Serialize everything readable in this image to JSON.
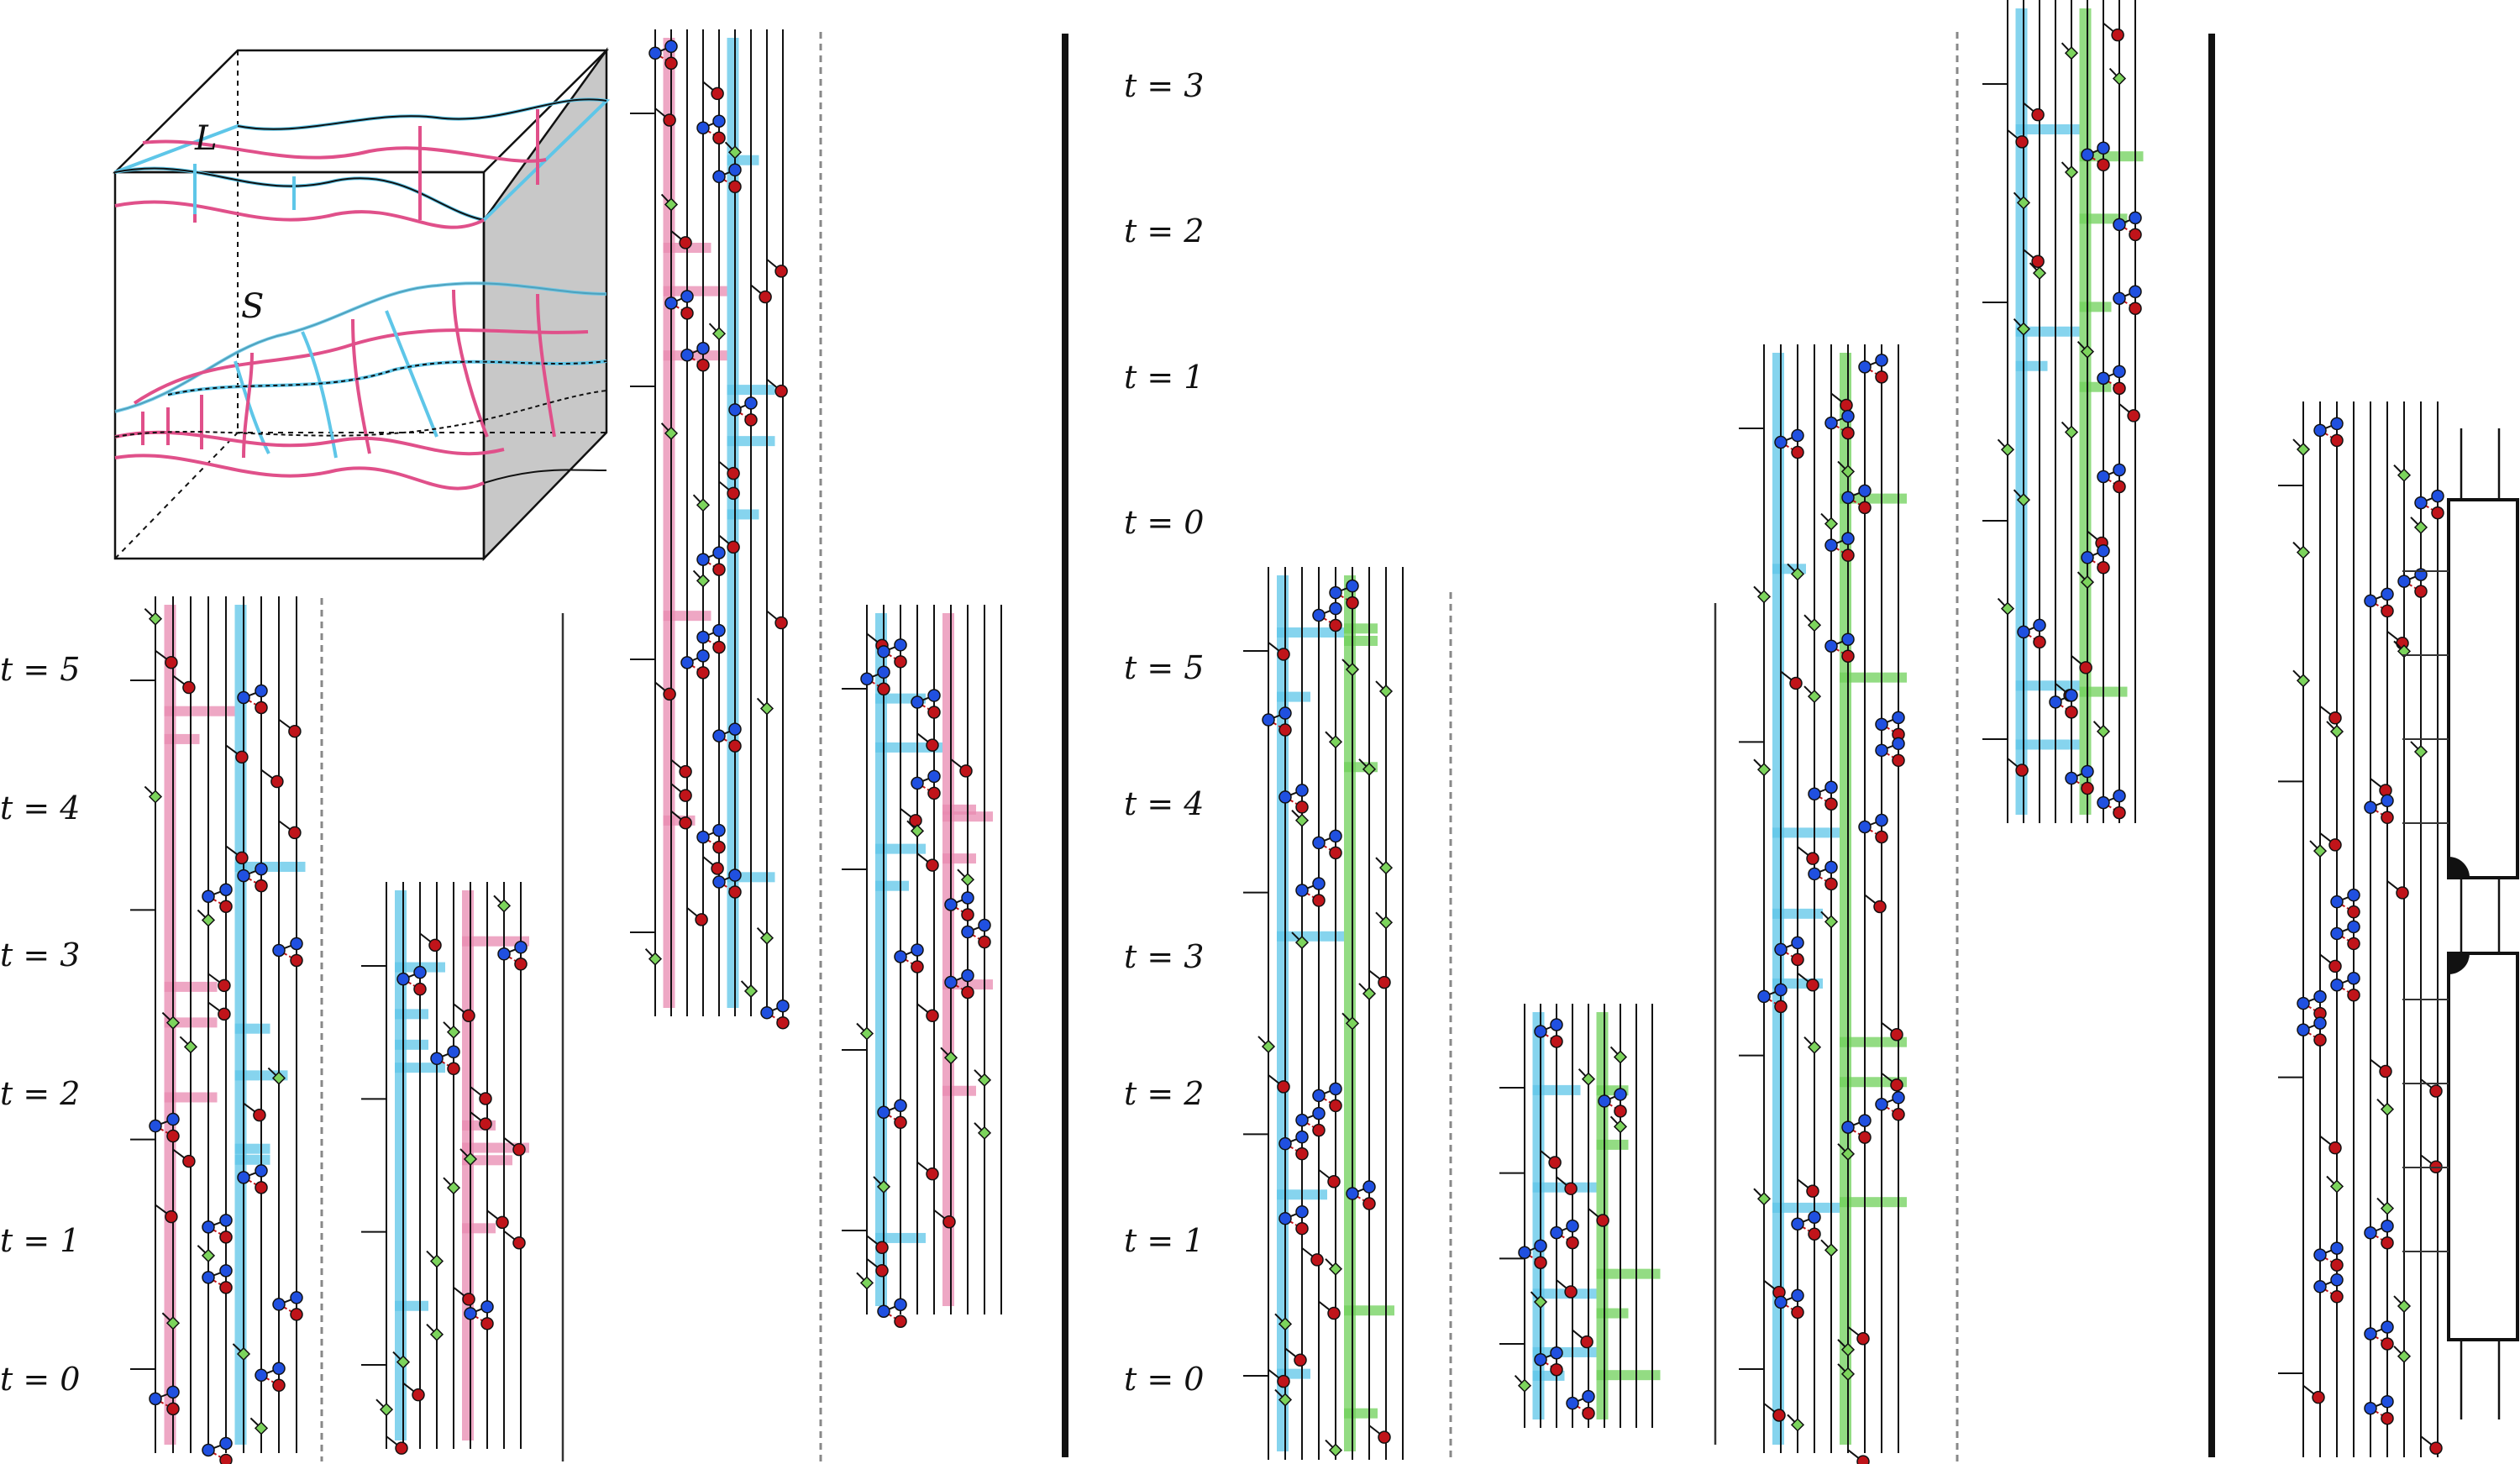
{
  "cube": {
    "label_upper": "L",
    "label_lower": "S"
  },
  "left_panel": {
    "time_labels": [
      "t = 5",
      "t = 4",
      "t = 3",
      "t = 2",
      "t = 1",
      "t = 0"
    ]
  },
  "right_panel": {
    "time_labels": [
      "t = 3",
      "t = 2",
      "t = 1",
      "t = 0",
      "t = 5",
      "t = 4",
      "t = 3",
      "t = 2",
      "t = 1",
      "t = 0"
    ]
  },
  "colors": {
    "pink": "#e0508a",
    "pink_fill": "#e889b0",
    "cyan": "#5ec6e8",
    "green": "#6fd05a",
    "red_node": "#c0141a",
    "blue_node": "#2050e0",
    "green_node": "#7cd45c",
    "grey_node": "#999999",
    "cube_side": "#c8c8c8"
  }
}
